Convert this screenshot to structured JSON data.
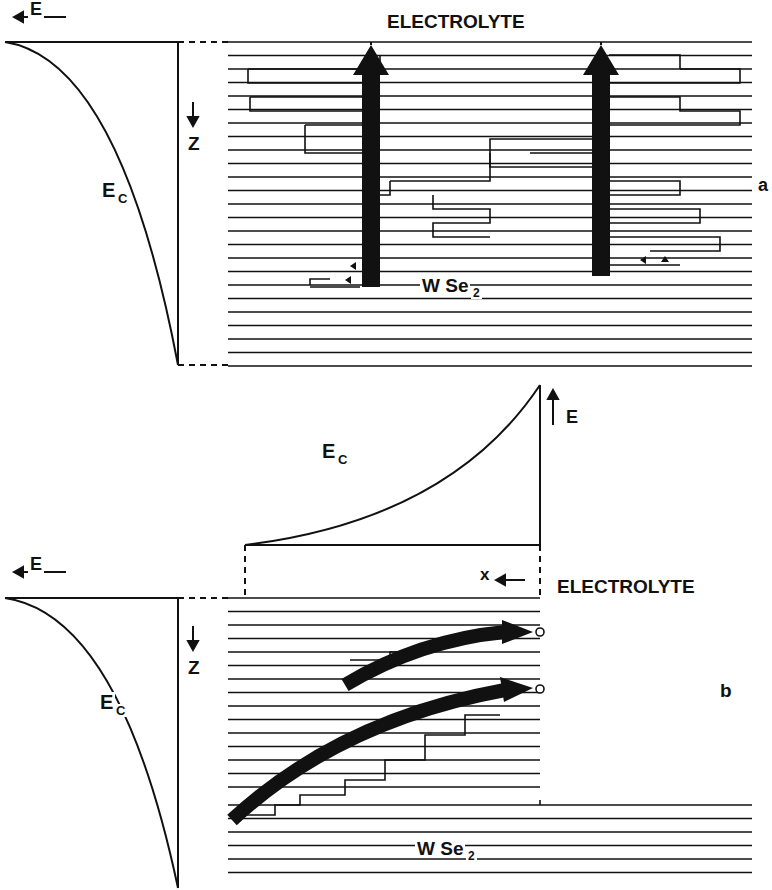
{
  "diagram": {
    "labels": [
      "E",
      "ELECTROLYTE",
      "Z",
      "E",
      "C",
      "W Se",
      "2",
      "a",
      "E",
      "E",
      "C",
      "x",
      "ELECTROLYTE",
      "E",
      "Z",
      "E",
      "C",
      "W Se",
      "2",
      "b"
    ]
  }
}
